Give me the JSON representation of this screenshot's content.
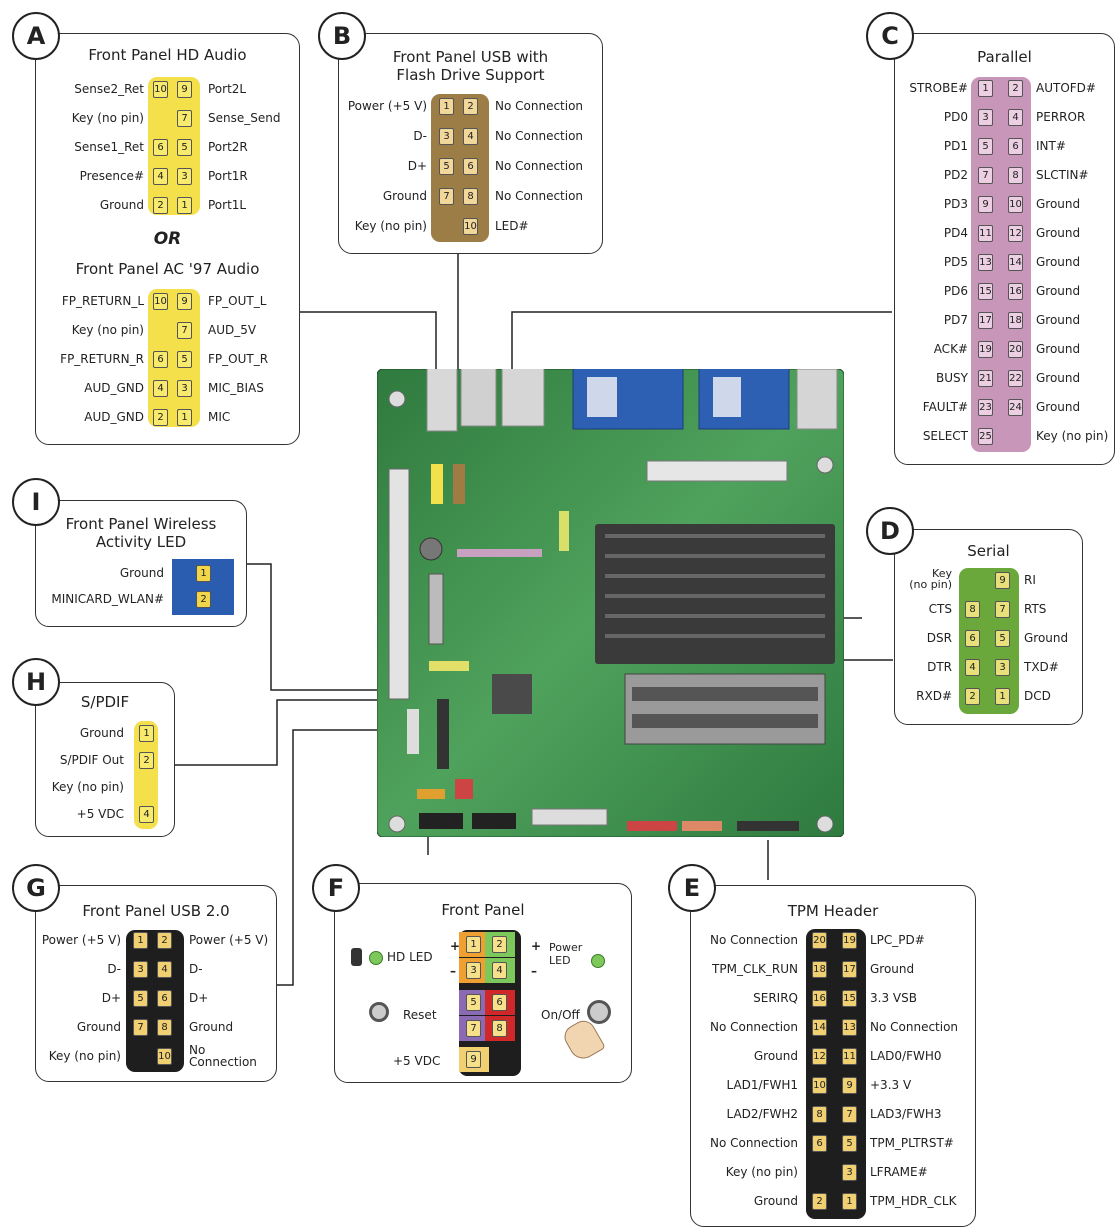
{
  "badges": {
    "a": "A",
    "b": "B",
    "c": "C",
    "d": "D",
    "e": "E",
    "f": "F",
    "g": "G",
    "h": "H",
    "i": "I"
  },
  "a": {
    "title": "Front Panel HD Audio",
    "rows": [
      {
        "l": "Sense2_Ret",
        "pl": "10",
        "pr": "9",
        "r": "Port2L"
      },
      {
        "l": "Key (no pin)",
        "pl": "",
        "pr": "7",
        "r": "Sense_Send"
      },
      {
        "l": "Sense1_Ret",
        "pl": "6",
        "pr": "5",
        "r": "Port2R"
      },
      {
        "l": "Presence#",
        "pl": "4",
        "pr": "3",
        "r": "Port1R"
      },
      {
        "l": "Ground",
        "pl": "2",
        "pr": "1",
        "r": "Port1L"
      }
    ],
    "or": "OR",
    "title2": "Front Panel AC '97 Audio",
    "rows2": [
      {
        "l": "FP_RETURN_L",
        "pl": "10",
        "pr": "9",
        "r": "FP_OUT_L"
      },
      {
        "l": "Key (no pin)",
        "pl": "",
        "pr": "7",
        "r": "AUD_5V"
      },
      {
        "l": "FP_RETURN_R",
        "pl": "6",
        "pr": "5",
        "r": "FP_OUT_R"
      },
      {
        "l": "AUD_GND",
        "pl": "4",
        "pr": "3",
        "r": "MIC_BIAS"
      },
      {
        "l": "AUD_GND",
        "pl": "2",
        "pr": "1",
        "r": "MIC"
      }
    ]
  },
  "b": {
    "title1": "Front Panel USB with",
    "title2": "Flash Drive Support",
    "rows": [
      {
        "l": "Power (+5 V)",
        "pl": "1",
        "pr": "2",
        "r": "No Connection"
      },
      {
        "l": "D-",
        "pl": "3",
        "pr": "4",
        "r": "No Connection"
      },
      {
        "l": "D+",
        "pl": "5",
        "pr": "6",
        "r": "No Connection"
      },
      {
        "l": "Ground",
        "pl": "7",
        "pr": "8",
        "r": "No Connection"
      },
      {
        "l": "Key (no pin)",
        "pl": "",
        "pr": "10",
        "r": "LED#"
      }
    ]
  },
  "c": {
    "title": "Parallel",
    "rows": [
      {
        "l": "STROBE#",
        "pl": "1",
        "pr": "2",
        "r": "AUTOFD#"
      },
      {
        "l": "PD0",
        "pl": "3",
        "pr": "4",
        "r": "PERROR"
      },
      {
        "l": "PD1",
        "pl": "5",
        "pr": "6",
        "r": "INT#"
      },
      {
        "l": "PD2",
        "pl": "7",
        "pr": "8",
        "r": "SLCTIN#"
      },
      {
        "l": "PD3",
        "pl": "9",
        "pr": "10",
        "r": "Ground"
      },
      {
        "l": "PD4",
        "pl": "11",
        "pr": "12",
        "r": "Ground"
      },
      {
        "l": "PD5",
        "pl": "13",
        "pr": "14",
        "r": "Ground"
      },
      {
        "l": "PD6",
        "pl": "15",
        "pr": "16",
        "r": "Ground"
      },
      {
        "l": "PD7",
        "pl": "17",
        "pr": "18",
        "r": "Ground"
      },
      {
        "l": "ACK#",
        "pl": "19",
        "pr": "20",
        "r": "Ground"
      },
      {
        "l": "BUSY",
        "pl": "21",
        "pr": "22",
        "r": "Ground"
      },
      {
        "l": "FAULT#",
        "pl": "23",
        "pr": "24",
        "r": "Ground"
      },
      {
        "l": "SELECT",
        "pl": "25",
        "pr": "",
        "r": "Key (no pin)"
      }
    ]
  },
  "d": {
    "title": "Serial",
    "rows": [
      {
        "l": "Key\n(no pin)",
        "pl": "",
        "pr": "9",
        "r": "RI"
      },
      {
        "l": "CTS",
        "pl": "8",
        "pr": "7",
        "r": "RTS"
      },
      {
        "l": "DSR",
        "pl": "6",
        "pr": "5",
        "r": "Ground"
      },
      {
        "l": "DTR",
        "pl": "4",
        "pr": "3",
        "r": "TXD#"
      },
      {
        "l": "RXD#",
        "pl": "2",
        "pr": "1",
        "r": "DCD"
      }
    ]
  },
  "e": {
    "title": "TPM Header",
    "rows": [
      {
        "l": "No Connection",
        "pl": "20",
        "pr": "19",
        "r": "LPC_PD#"
      },
      {
        "l": "TPM_CLK_RUN",
        "pl": "18",
        "pr": "17",
        "r": "Ground"
      },
      {
        "l": "SERIRQ",
        "pl": "16",
        "pr": "15",
        "r": "3.3 VSB"
      },
      {
        "l": "No Connection",
        "pl": "14",
        "pr": "13",
        "r": "No Connection"
      },
      {
        "l": "Ground",
        "pl": "12",
        "pr": "11",
        "r": "LAD0/FWH0"
      },
      {
        "l": "LAD1/FWH1",
        "pl": "10",
        "pr": "9",
        "r": "+3.3 V"
      },
      {
        "l": "LAD2/FWH2",
        "pl": "8",
        "pr": "7",
        "r": "LAD3/FWH3"
      },
      {
        "l": "No Connection",
        "pl": "6",
        "pr": "5",
        "r": "TPM_PLTRST#"
      },
      {
        "l": "Key (no pin)",
        "pl": "",
        "pr": "3",
        "r": "LFRAME#"
      },
      {
        "l": "Ground",
        "pl": "2",
        "pr": "1",
        "r": "TPM_HDR_CLK"
      }
    ]
  },
  "f": {
    "title": "Front Panel",
    "hd_led": "HD LED",
    "power_led_1": "Power",
    "power_led_2": "LED",
    "reset": "Reset",
    "onoff": "On/Off",
    "vdc": "+5 VDC",
    "plus": "+",
    "minus": "–",
    "pins": [
      "1",
      "2",
      "3",
      "4",
      "5",
      "6",
      "7",
      "8",
      "9"
    ]
  },
  "g": {
    "title": "Front Panel USB 2.0",
    "rows": [
      {
        "l": "Power (+5 V)",
        "pl": "1",
        "pr": "2",
        "r": "Power (+5 V)"
      },
      {
        "l": "D-",
        "pl": "3",
        "pr": "4",
        "r": "D-"
      },
      {
        "l": "D+",
        "pl": "5",
        "pr": "6",
        "r": "D+"
      },
      {
        "l": "Ground",
        "pl": "7",
        "pr": "8",
        "r": "Ground"
      },
      {
        "l": "Key (no pin)",
        "pl": "",
        "pr": "10",
        "r": "No\nConnection"
      }
    ]
  },
  "h": {
    "title": "S/PDIF",
    "rows": [
      {
        "l": "Ground",
        "p": "1"
      },
      {
        "l": "S/PDIF Out",
        "p": "2"
      },
      {
        "l": "Key (no pin)",
        "p": ""
      },
      {
        "l": "+5 VDC",
        "p": "4"
      }
    ]
  },
  "i": {
    "title1": "Front Panel Wireless",
    "title2": "Activity LED",
    "rows": [
      {
        "l": "Ground",
        "p": "1"
      },
      {
        "l": "MINICARD_WLAN#",
        "p": "2"
      }
    ]
  },
  "colors": {
    "board": "#3f8a4d",
    "yellow": "#f4e04a",
    "tan": "#9c7d45",
    "pink": "#c896b8",
    "green": "#6aa83c",
    "black": "#1e1e1e",
    "blue": "#2a5db0"
  }
}
